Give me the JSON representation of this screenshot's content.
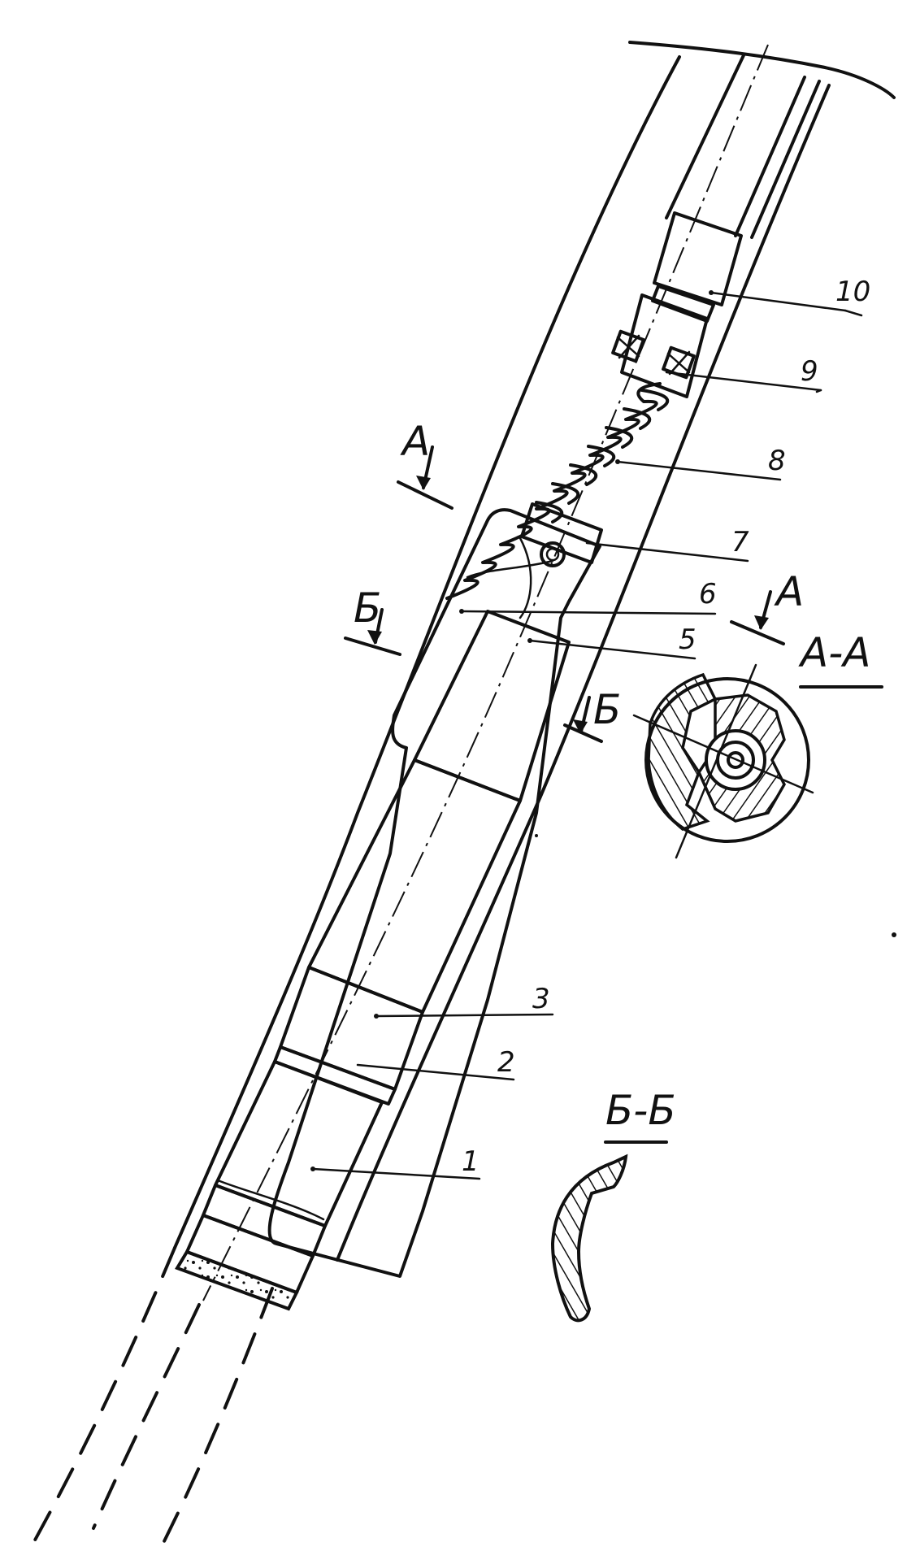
{
  "callouts": [
    {
      "id": "1",
      "label": "1"
    },
    {
      "id": "2",
      "label": "2"
    },
    {
      "id": "3",
      "label": "3"
    },
    {
      "id": "5",
      "label": "5"
    },
    {
      "id": "6",
      "label": "6"
    },
    {
      "id": "7",
      "label": "7"
    },
    {
      "id": "8",
      "label": "8"
    },
    {
      "id": "9",
      "label": "9"
    },
    {
      "id": "10",
      "label": "10"
    }
  ],
  "section_marks": {
    "a_left": "А",
    "a_right": "А",
    "b_left": "Б",
    "b_right": "Б"
  },
  "section_titles": {
    "aa": "А-А",
    "bb": "Б-Б"
  }
}
